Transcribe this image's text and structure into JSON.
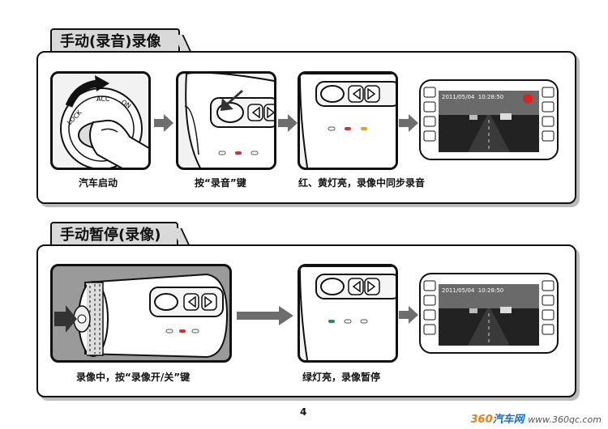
{
  "sections": [
    {
      "title": "手动(录音)录像",
      "steps": [
        {
          "caption": "汽车启动",
          "ignition_labels": [
            "LOCK",
            "ACC",
            "ON"
          ]
        },
        {
          "caption": "按“录音”键"
        },
        {
          "caption": "红、黄灯亮，录像中同步录音"
        },
        {
          "caption": "",
          "screen_timestamp": "2011/05/04  10:28:50"
        }
      ]
    },
    {
      "title": "手动暂停(录像)",
      "steps": [
        {
          "caption": "录像中，按“录像开/关”键"
        },
        {
          "caption": "绿灯亮，录像暂停"
        },
        {
          "caption": "",
          "screen_timestamp": "2011/05/04  10:28:50"
        }
      ]
    }
  ],
  "page_number": "4",
  "watermark": {
    "n360": "360",
    "car": "汽车网",
    "url": "www.360qc.com"
  },
  "colors": {
    "led_red": "#d0342c",
    "led_yellow": "#e8a020",
    "led_green": "#2e8b57",
    "record_dot": "#e02020",
    "arrow_gray": "#6e6e6e"
  }
}
